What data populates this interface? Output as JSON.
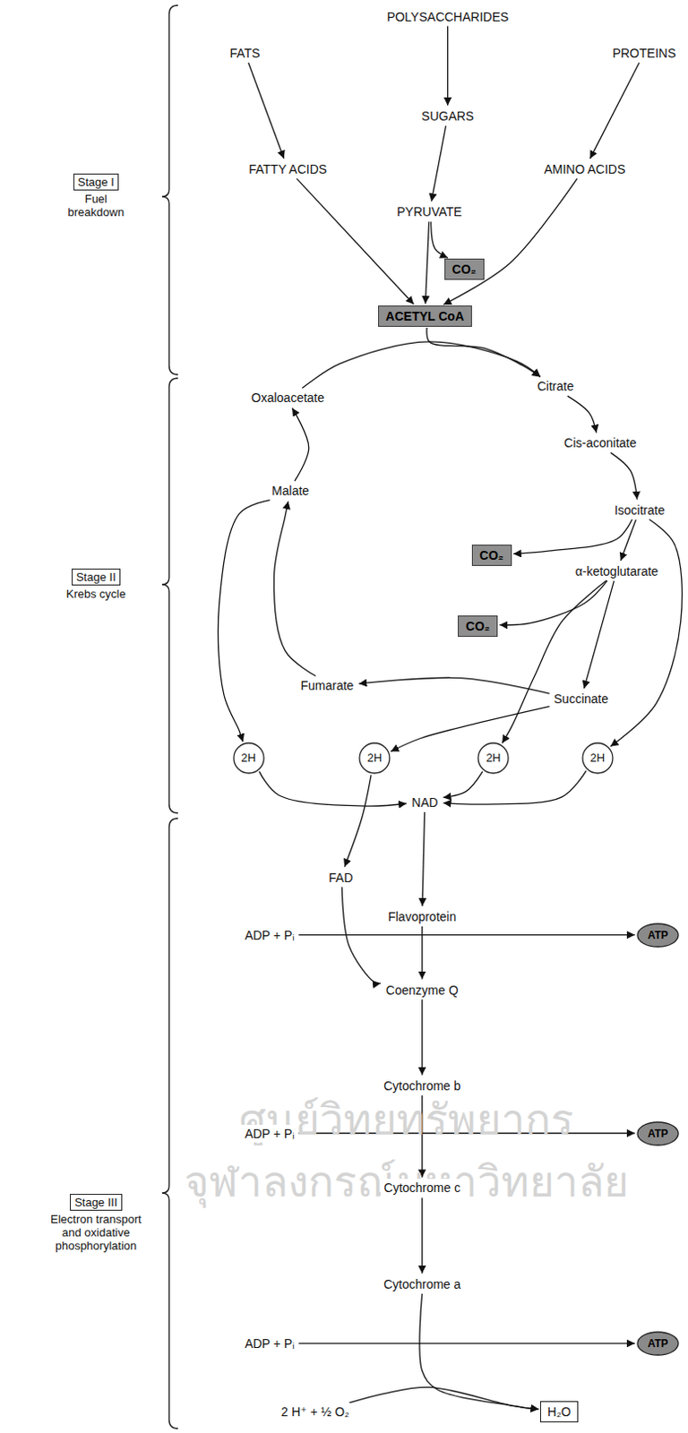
{
  "diagram": {
    "nodes": [
      {
        "text": [
          "Stage I",
          "Fuel breakdown"
        ]
      },
      {
        "text": [
          "POLYSACCHARIDES"
        ]
      },
      {
        "text": [
          "FATS"
        ]
      },
      {
        "text": [
          "PROTEINS"
        ]
      },
      {
        "text": [
          "SUGARS"
        ]
      },
      {
        "text": [
          "FATTY ACIDS"
        ]
      },
      {
        "text": [
          "AMINO ACIDS"
        ]
      },
      {
        "text": [
          "PYRUVATE"
        ]
      },
      {
        "text": [
          "CO₂"
        ]
      },
      {
        "text": [
          "ACETYL CoA"
        ]
      },
      {
        "text": [
          "Stage II",
          "Krebs cycle"
        ]
      },
      {
        "text": [
          "Citrate"
        ]
      },
      {
        "text": [
          "Oxaloacetate"
        ]
      },
      {
        "text": [
          "Cis-aconitate"
        ]
      },
      {
        "text": [
          "Malate"
        ]
      },
      {
        "text": [
          "Isocitrate"
        ]
      },
      {
        "text": [
          "CO₂"
        ]
      },
      {
        "text": [
          "α-ketoglutarate"
        ]
      },
      {
        "text": [
          "CO₂"
        ]
      },
      {
        "text": [
          "Fumarate"
        ]
      },
      {
        "text": [
          "Succinate"
        ]
      },
      {
        "text": [
          "2H"
        ]
      },
      {
        "text": [
          "2H"
        ]
      },
      {
        "text": [
          "2H"
        ]
      },
      {
        "text": [
          "2H"
        ]
      },
      {
        "text": [
          "NAD"
        ]
      },
      {
        "text": [
          "Stage III",
          "Electron transport and oxidative phosphorylation"
        ]
      },
      {
        "text": [
          "FAD"
        ]
      },
      {
        "text": [
          "Flavoprotein"
        ]
      },
      {
        "text": [
          "ADP + Pᵢ"
        ]
      },
      {
        "text": [
          "ATP"
        ]
      },
      {
        "text": [
          "Coenzyme Q"
        ]
      },
      {
        "text": [
          "Cytochrome b"
        ]
      },
      {
        "text": [
          "ADP + Pᵢ"
        ]
      },
      {
        "text": [
          "ATP"
        ]
      },
      {
        "text": [
          "Cytochrome c"
        ]
      },
      {
        "text": [
          "Cytochrome a"
        ]
      },
      {
        "text": [
          "ADP + Pᵢ"
        ]
      },
      {
        "text": [
          "ATP"
        ]
      },
      {
        "text": [
          "2 H⁺ + ½ O₂"
        ]
      },
      {
        "text": [
          "H₂O"
        ]
      }
    ],
    "edges": [
      {
        "from": 1,
        "to": 4,
        "arrow": "to"
      },
      {
        "from": 2,
        "to": 5,
        "arrow": "to"
      },
      {
        "from": 3,
        "to": 6,
        "arrow": "to"
      },
      {
        "from": 4,
        "to": 7,
        "arrow": "to"
      },
      {
        "from": 5,
        "to": 9,
        "arrow": "to"
      },
      {
        "from": 6,
        "to": 9,
        "arrow": "to"
      },
      {
        "from": 7,
        "to": 9,
        "arrow": "to"
      },
      {
        "from": 7,
        "to": 8,
        "arrow": "to"
      },
      {
        "from": 12,
        "to": 11,
        "arrow": "to"
      },
      {
        "from": 9,
        "to": 11,
        "arrow": "to"
      },
      {
        "from": 11,
        "to": 13,
        "arrow": "to"
      },
      {
        "from": 13,
        "to": 15,
        "arrow": "to"
      },
      {
        "from": 15,
        "to": 16,
        "arrow": "to"
      },
      {
        "from": 15,
        "to": 17,
        "arrow": "to"
      },
      {
        "from": 15,
        "to": 24,
        "arrow": "to"
      },
      {
        "from": 17,
        "to": 18,
        "arrow": "to"
      },
      {
        "from": 17,
        "to": 20,
        "arrow": "to"
      },
      {
        "from": 17,
        "to": 23,
        "arrow": "to"
      },
      {
        "from": 20,
        "to": 19,
        "arrow": "to"
      },
      {
        "from": 20,
        "to": 22,
        "arrow": "to"
      },
      {
        "from": 19,
        "to": 14,
        "arrow": "to"
      },
      {
        "from": 14,
        "to": 12,
        "arrow": "to"
      },
      {
        "from": 14,
        "to": 21,
        "arrow": "to"
      },
      {
        "from": 21,
        "to": 25,
        "arrow": "to"
      },
      {
        "from": 22,
        "to": 27,
        "arrow": "to"
      },
      {
        "from": 23,
        "to": 25,
        "arrow": "to"
      },
      {
        "from": 24,
        "to": 25,
        "arrow": "to"
      },
      {
        "from": 25,
        "to": 28,
        "arrow": "to"
      },
      {
        "from": 27,
        "to": 31,
        "arrow": "to"
      },
      {
        "from": 28,
        "to": 31,
        "arrow": "to"
      },
      {
        "from": 29,
        "to": 30,
        "arrow": "to"
      },
      {
        "from": 31,
        "to": 32,
        "arrow": "to"
      },
      {
        "from": 32,
        "to": 35,
        "arrow": "to"
      },
      {
        "from": 33,
        "to": 34,
        "arrow": "to"
      },
      {
        "from": 35,
        "to": 36,
        "arrow": "to"
      },
      {
        "from": 37,
        "to": 38,
        "arrow": "to"
      },
      {
        "from": 36,
        "to": 40,
        "arrow": "to"
      },
      {
        "from": 39,
        "to": 40,
        "arrow": "to"
      }
    ],
    "labels": [
      "ศูนย์วิทยทรัพยากร",
      "จุฬาลงกรณ์มหาวิทยาลัย"
    ]
  }
}
